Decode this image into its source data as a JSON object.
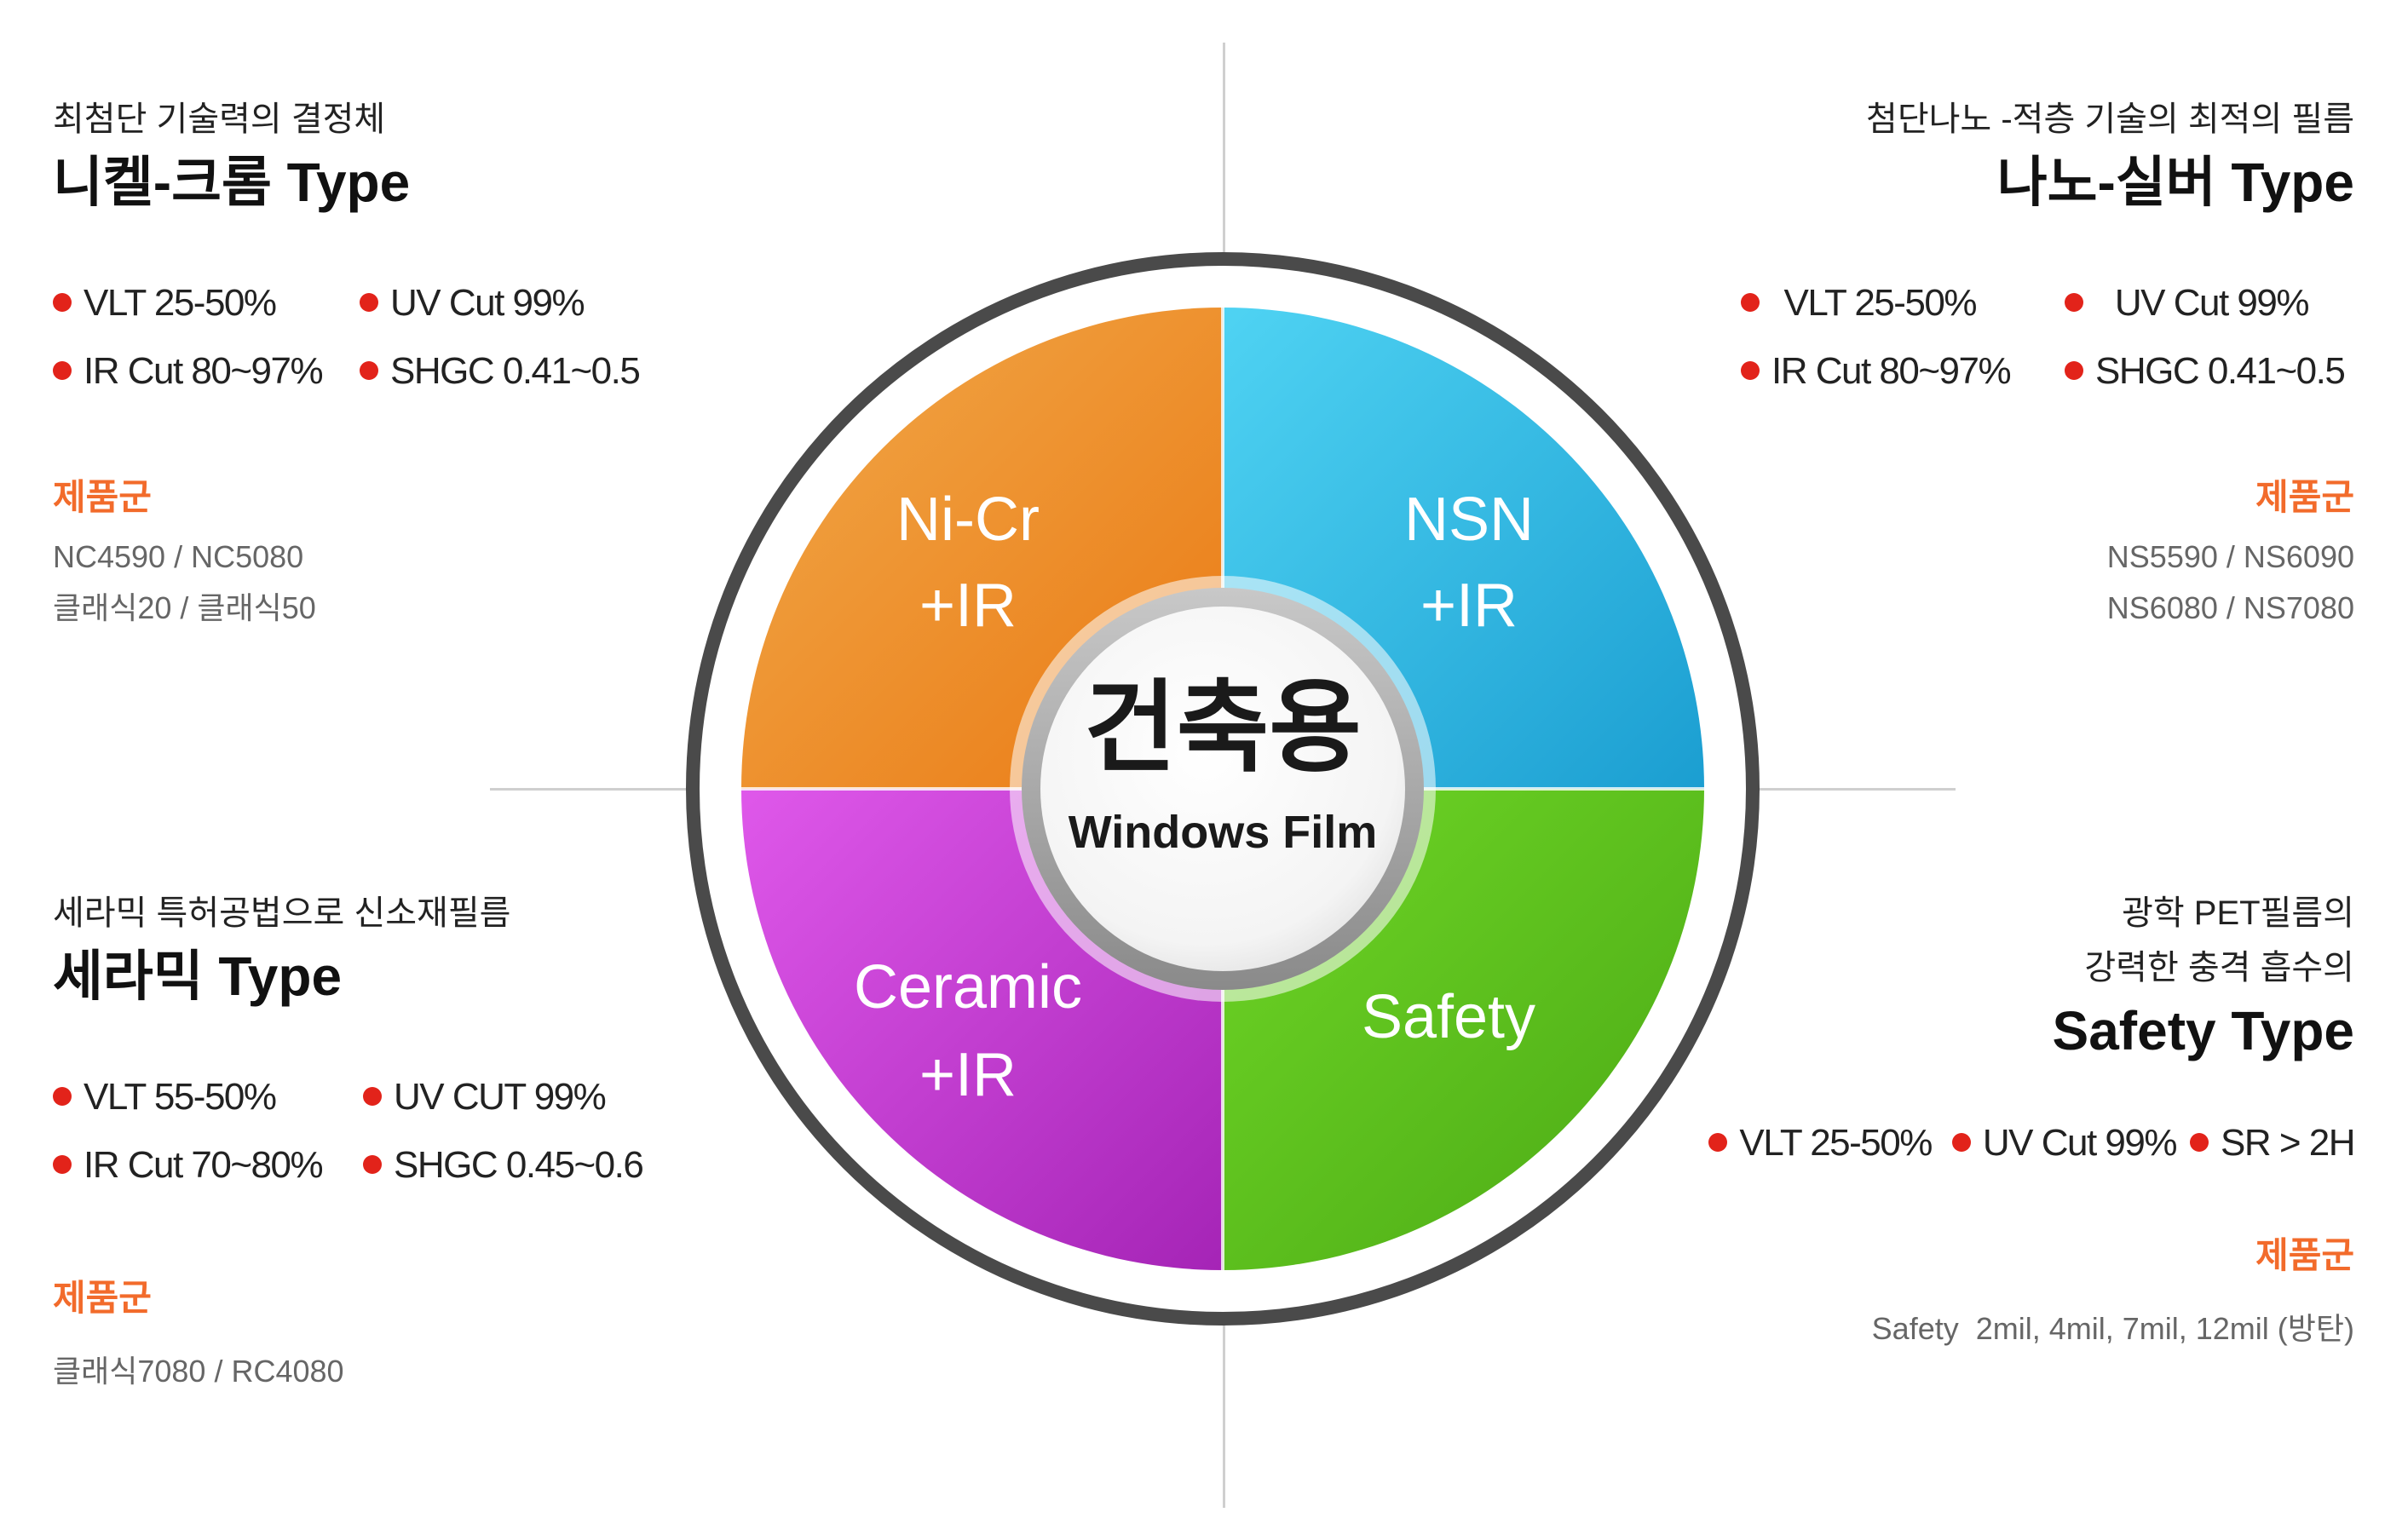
{
  "center": {
    "title": "건축용",
    "subtitle": "Windows Film"
  },
  "quadrants": {
    "nicr": {
      "label_line1": "Ni-Cr",
      "label_line2": "+IR"
    },
    "nsn": {
      "label_line1": "NSN",
      "label_line2": "+IR"
    },
    "ceramic": {
      "label_line1": "Ceramic",
      "label_line2": "+IR"
    },
    "safety": {
      "label_line1": "Safety"
    }
  },
  "panels": {
    "nickel": {
      "subtitle": "최첨단 기술력의 결정체",
      "title": "니켈-크롬 Type",
      "specs": [
        "VLT 25-50%",
        "UV Cut 99%",
        "IR Cut 80~97%",
        "SHGC 0.41~0.5"
      ],
      "group_label": "제품군",
      "products": [
        "NC4590 / NC5080",
        "클래식20 / 클래식50"
      ]
    },
    "nano": {
      "subtitle": "첨단나노 -적층 기술의 최적의 필름",
      "title": "나노-실버 Type",
      "specs": [
        "VLT 25-50%",
        "UV Cut 99%",
        "IR Cut 80~97%",
        "SHGC 0.41~0.5"
      ],
      "group_label": "제품군",
      "products": [
        "NS5590 / NS6090",
        "NS6080 / NS7080"
      ]
    },
    "ceramic": {
      "subtitle": "세라믹 특허공법으로 신소재필름",
      "title": "세라믹 Type",
      "specs": [
        "VLT 55-50%",
        "UV CUT 99%",
        "IR Cut 70~80%",
        "SHGC 0.45~0.6"
      ],
      "group_label": "제품군",
      "products": [
        "클래식7080 / RC4080"
      ]
    },
    "safety": {
      "subtitle_line1": "광학 PET필름의",
      "subtitle_line2": "강력한 충격 흡수의",
      "title": "Safety Type",
      "specs": [
        "VLT 25-50%",
        "UV Cut 99%",
        "SR > 2H"
      ],
      "group_label": "제품군",
      "products": [
        "Safety  2mil, 4mil, 7mil, 12mil (방탄)"
      ]
    }
  },
  "colors": {
    "bullet": "#e2231a",
    "group_label": "#f26b2b",
    "orange": "#ef8a1e",
    "blue": "#1fb0e0",
    "green": "#5cbf1c",
    "purple": "#c23ad0"
  }
}
